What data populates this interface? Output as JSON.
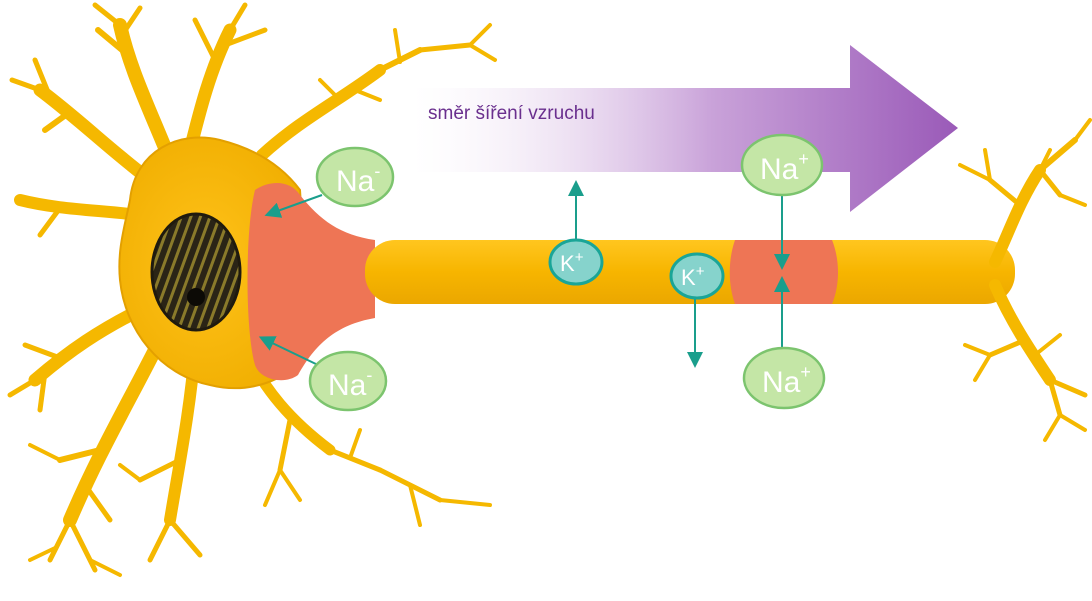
{
  "direction_label": "směr šíření vzruchu",
  "ions": {
    "na_minus_top": {
      "base": "Na",
      "sup": "-"
    },
    "na_minus_bottom": {
      "base": "Na",
      "sup": "-"
    },
    "na_plus_top": {
      "base": "Na",
      "sup": "+"
    },
    "na_plus_bottom": {
      "base": "Na",
      "sup": "+"
    },
    "k_plus_left": {
      "base": "K",
      "sup": "+"
    },
    "k_plus_right": {
      "base": "K",
      "sup": "+"
    }
  },
  "colors": {
    "neuron": "#f5b800",
    "neuron_stroke": "#d9920a",
    "depolarized": "#ee7555",
    "na_fill": "#c4e6a6",
    "na_stroke": "#7cc46e",
    "k_fill": "#86d3cc",
    "k_stroke": "#1aa597",
    "arrow_ion": "#1a9e8c",
    "arrow_big": "#9a5ab8",
    "label": "#6a2f8e"
  }
}
